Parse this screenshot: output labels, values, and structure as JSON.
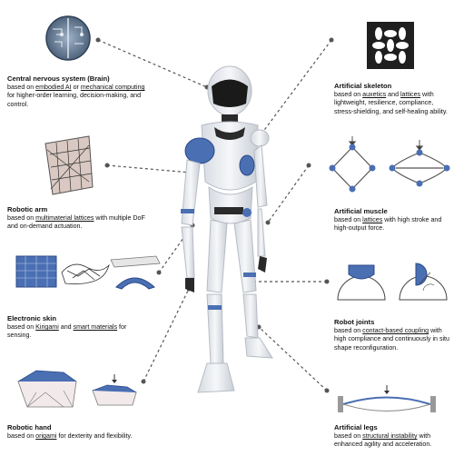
{
  "left": {
    "brain": {
      "title": "Central nervous system  (Brain)",
      "pre": "based on ",
      "link1": "embodied AI",
      "mid": "  or ",
      "link2": "mechanical computing",
      "post": " for higher-order learning, decision-making, and control."
    },
    "arm": {
      "title": "Robotic arm",
      "pre": "based on ",
      "link": "multimaterial lattices",
      "post": " with multiple DoF and on-demand actuation."
    },
    "skin": {
      "title": "Electronic skin",
      "pre": "based on ",
      "link1": "Kirigami",
      "mid": " and ",
      "link2": "smart materials",
      "post": " for sensing."
    },
    "hand": {
      "title": "Robotic hand",
      "pre": "based on ",
      "link": "origami",
      "post": " for dexterity and flexibility."
    }
  },
  "right": {
    "skeleton": {
      "title": "Artificial skeleton",
      "pre": "based on ",
      "link1": "auxetics",
      "mid": " and ",
      "link2": "lattices",
      "post": " with lightweight, resilience, compliance, stress-shielding, and self-healing ability."
    },
    "muscle": {
      "title": "Artificial muscle",
      "pre": "based on ",
      "link": "lattices",
      "post": " with high stroke and high-output force."
    },
    "joints": {
      "title": "Robot joints",
      "pre": "based on ",
      "link": "contact-based coupling",
      "post": " with high compliance and continuously in situ shape reconfiguration."
    },
    "legs": {
      "title": "Artificial legs",
      "pre": "based on ",
      "link": "structural instability",
      "post": " with enhanced agility and acceleration."
    }
  },
  "colors": {
    "blue": "#4a6fb3",
    "dark_blue": "#2c4a8a",
    "gray": "#555555",
    "robot_white": "#eceff3",
    "visor": "#1a1a1a"
  }
}
